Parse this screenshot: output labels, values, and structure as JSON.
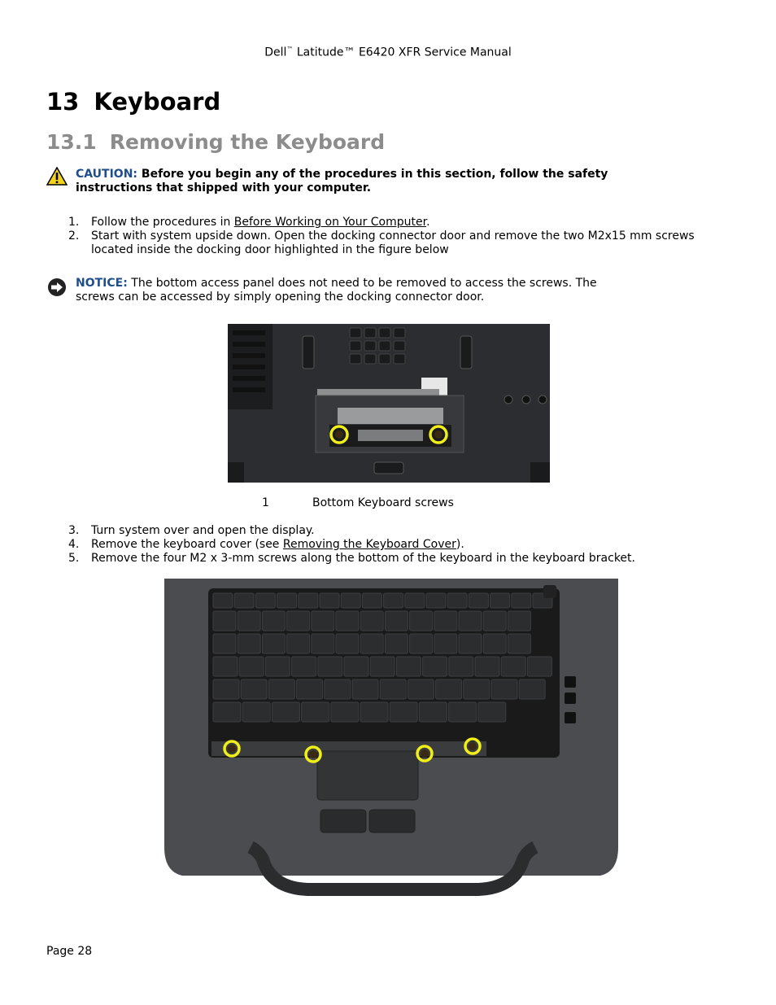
{
  "header": {
    "brand": "Dell",
    "tm": "™",
    "rest": " Latitude™ E6420 XFR Service Manual"
  },
  "chapter": {
    "number": "13",
    "title": "Keyboard"
  },
  "section": {
    "number": "13.1",
    "title": "Removing the Keyboard"
  },
  "caution": {
    "label": "CAUTION:",
    "text": " Before you begin any of the procedures in this section, follow the safety instructions that shipped with your computer."
  },
  "steps_a": [
    {
      "num": "1.",
      "pre": "Follow the procedures in ",
      "link": "Before Working on Your Computer",
      "post": "."
    },
    {
      "num": "2.",
      "pre": "Start with system upside down.  Open the docking connector door and remove the two M2x15 mm screws located inside the docking door highlighted in the figure below",
      "link": "",
      "post": ""
    }
  ],
  "notice": {
    "label": "NOTICE:",
    "text": " The bottom access panel does not need to be removed to access the screws.  The screws can be accessed by simply opening the docking connector door."
  },
  "figure1": {
    "caption_number": "1",
    "caption_text": "Bottom Keyboard screws"
  },
  "steps_b": [
    {
      "num": "3.",
      "pre": "Turn system over and open the display.",
      "link": "",
      "post": ""
    },
    {
      "num": "4.",
      "pre": "Remove the keyboard cover (see ",
      "link": "Removing the Keyboard Cover",
      "post": ")."
    },
    {
      "num": "5.",
      "pre": "Remove the four M2 x 3-mm screws along the bottom of the keyboard in the keyboard bracket.",
      "link": "",
      "post": ""
    }
  ],
  "footer": {
    "page": "Page 28"
  },
  "icons": {
    "caution": "warning-triangle-icon",
    "notice": "notice-arrow-icon"
  },
  "colors": {
    "label_blue": "#1f4e8c",
    "section_gray": "#8c8c8c",
    "highlight": "#f0ef1a"
  }
}
